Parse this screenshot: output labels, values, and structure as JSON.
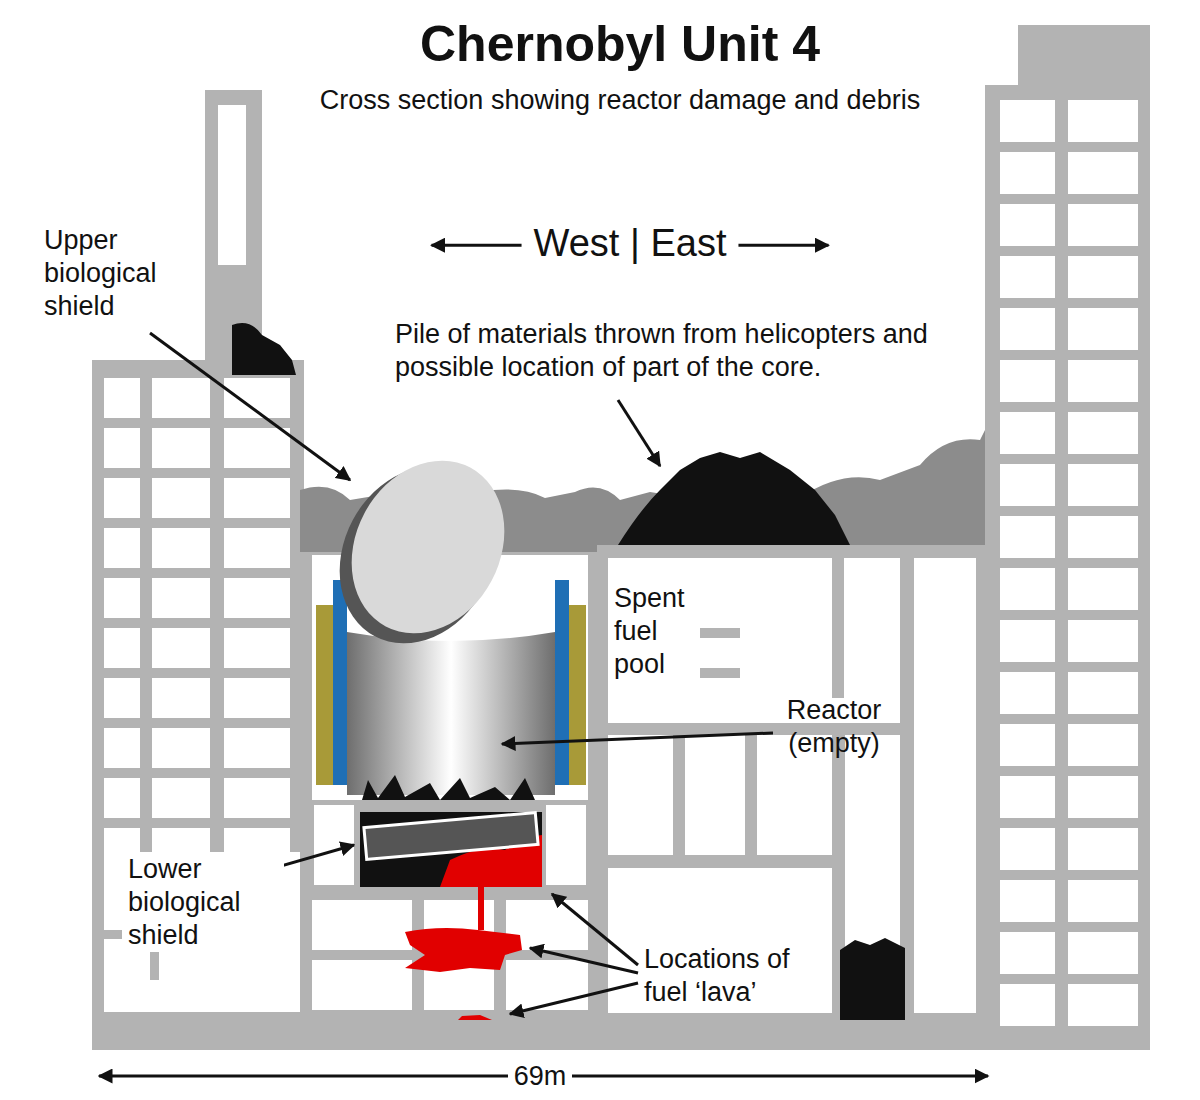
{
  "diagram": {
    "title": "Chernobyl Unit 4",
    "labels": [
      "Cross section showing reactor damage and debris",
      "West | East",
      "Upper biological shield",
      "Pile of materials thrown from helicopters and possible location of part of the core.",
      "Spent fuel pool",
      "Reactor (empty)",
      "Lower biological shield",
      "Locations of fuel ‘lava’",
      "69m"
    ]
  }
}
